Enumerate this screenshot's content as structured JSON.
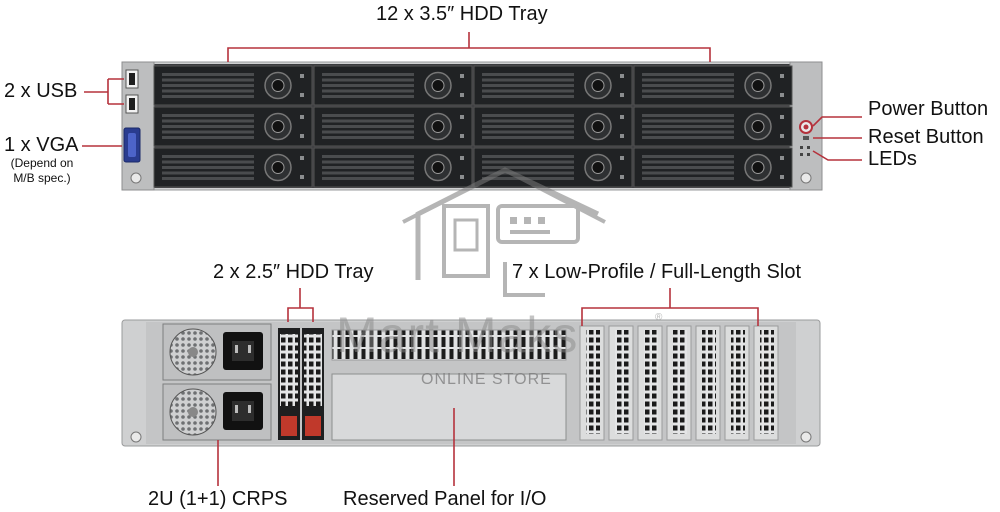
{
  "front": {
    "title": "12 x 3.5″ HDD Tray",
    "usb": "2 x USB",
    "vga": "1 x VGA",
    "vga_note_1": "(Depend on",
    "vga_note_2": "M/B spec.)",
    "power": "Power Button",
    "reset": "Reset Button",
    "leds": "LEDs"
  },
  "rear": {
    "hdd25": "2 x 2.5″ HDD Tray",
    "slots": "7 x Low-Profile / Full-Length Slot",
    "crps": "2U (1+1) CRPS",
    "reserved": "Reserved  Panel for I/O"
  },
  "watermark": {
    "brand": "Mart Maks",
    "reg": "®",
    "sub": "ONLINE STORE"
  },
  "colors": {
    "callout": "#b5323c",
    "chassis": "#cfd0d1",
    "tray": "#202224",
    "watermark": "#7a7a7a"
  }
}
